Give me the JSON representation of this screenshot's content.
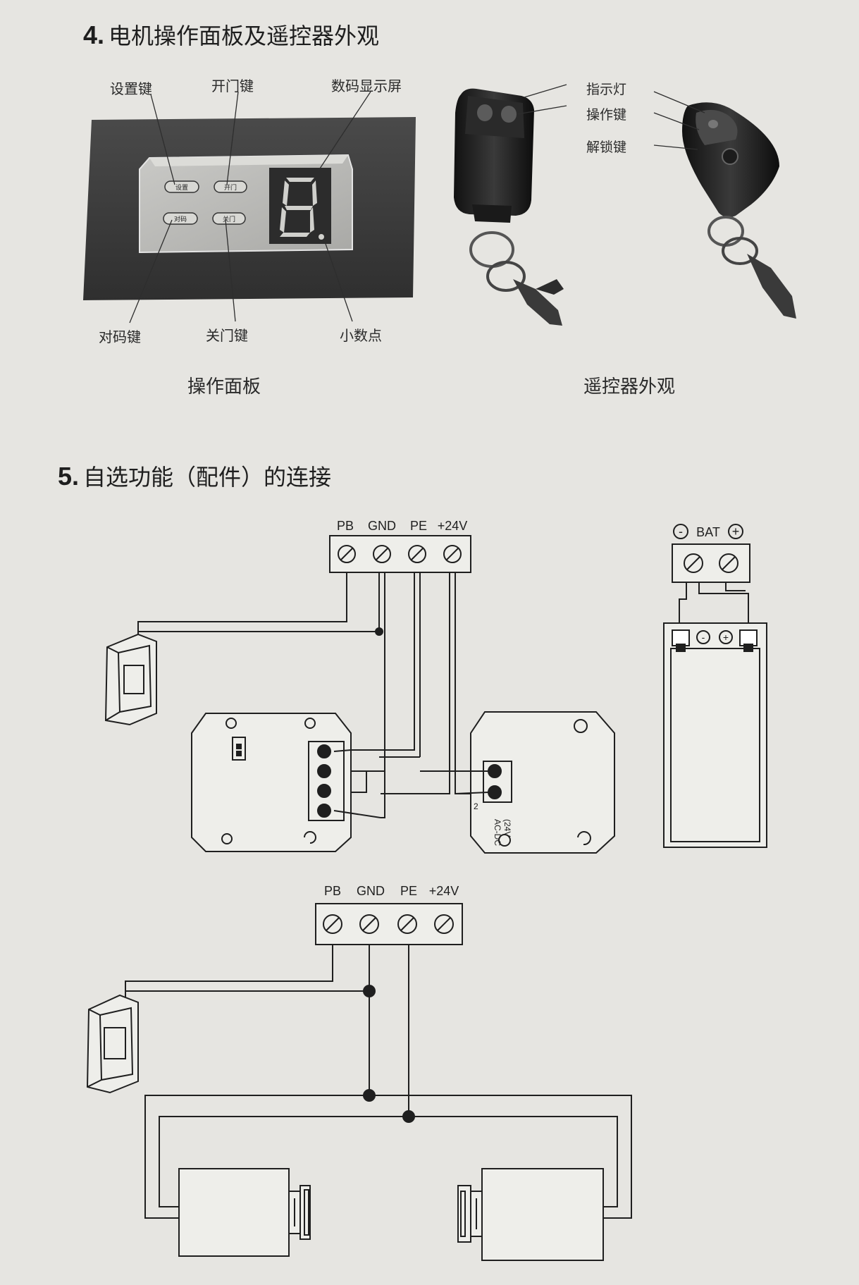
{
  "section4": {
    "number": "4.",
    "title": "电机操作面板及遥控器外观",
    "panel": {
      "labels": {
        "set_key": "设置键",
        "open_key": "开门键",
        "display": "数码显示屏",
        "pair_key": "对码键",
        "close_key": "关门键",
        "decimal_point": "小数点"
      },
      "buttons": {
        "set": "设置",
        "open": "开门",
        "pair": "对码",
        "close": "关门"
      },
      "caption": "操作面板"
    },
    "remote": {
      "labels": {
        "indicator": "指示灯",
        "operate_key": "操作键",
        "unlock_key": "解锁键"
      },
      "caption": "遥控器外观"
    }
  },
  "section5": {
    "number": "5.",
    "title": "自选功能（配件）的连接",
    "terminal_top": {
      "labels": [
        "PB",
        "GND",
        "PE",
        "+24V"
      ]
    },
    "battery": {
      "label": "BAT",
      "minus": "-",
      "plus": "+",
      "box_minus": "-",
      "box_plus": "+"
    },
    "receiver_board": {
      "silk": "AC-DC",
      "volt": "(24V",
      "pin": "2"
    },
    "terminal_bottom": {
      "labels": [
        "PB",
        "GND",
        "PE",
        "+24V"
      ]
    }
  }
}
